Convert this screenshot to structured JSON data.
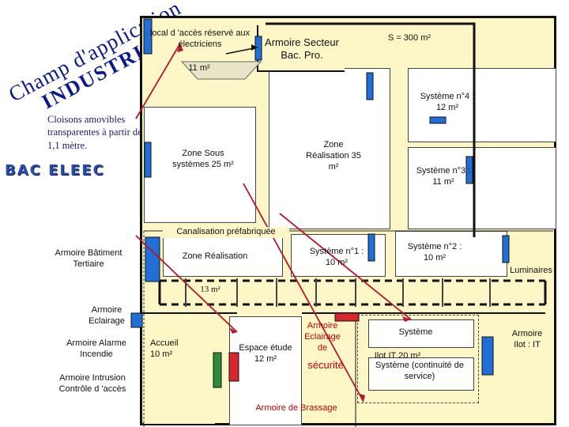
{
  "logo": {
    "text": "Champ d'application INDUSTRIEL",
    "color_main": "#0a1a8c",
    "color_accent": "#cc0000"
  },
  "left_texts": {
    "cloisons": "Cloisons amovibles transparentes à partir de 1,1 mètre.",
    "bac": "BAC ELEEC",
    "armoire_batiment": "Armoire Bâtiment Tertiaire",
    "armoire_eclairage": "Armoire Eclairage",
    "armoire_incendie": "Armoire Alarme Incendie",
    "armoire_intrusion": "Armoire Intrusion Contrôle d 'accès"
  },
  "rooms": {
    "local_acces": "local d 'accès réservé aux électriciens",
    "local_area": "11 m²",
    "armoire_secteur": "Armoire Secteur Bac. Pro.",
    "surface": "S = 300 m²",
    "systeme4": "Système n°4 : 12 m²",
    "zone_sous_systemes": "Zone Sous systèmes 25 m²",
    "zone_realisation_35": "Zone Réalisation 35 m²",
    "systeme3": "Système n°3 : 11 m²",
    "canalisation": "Canalisation préfabriquée",
    "zone_realisation": "Zone Réalisation",
    "systeme1": "Système n°1 : 10 m²",
    "systeme2": "Système n°2 : 10 m²",
    "luminaires": "Luminaires",
    "area_13": "13 m²",
    "accueil": "Accueil 10 m²",
    "espace_etude": "Espace étude 12 m²",
    "armoire_eclairage_secu": "Armoire Eclairage de",
    "securite": "sécurité",
    "systeme_top": "Système",
    "ilot_it": "Ilot IT 20 m²",
    "systeme_continuite": "Système (continuité de service)",
    "armoire_ilot": "Armoire Ilot : IT",
    "armoire_brassage": "Armoire de Brassage"
  },
  "colors": {
    "plan_background": "#fdf7c8",
    "cabinet_blue": "#1f6fd6",
    "cabinet_red": "#d8262e",
    "cabinet_green": "#2e8b3a",
    "arrow_red": "#b5172b",
    "armoire_red_text": "#c00000"
  }
}
